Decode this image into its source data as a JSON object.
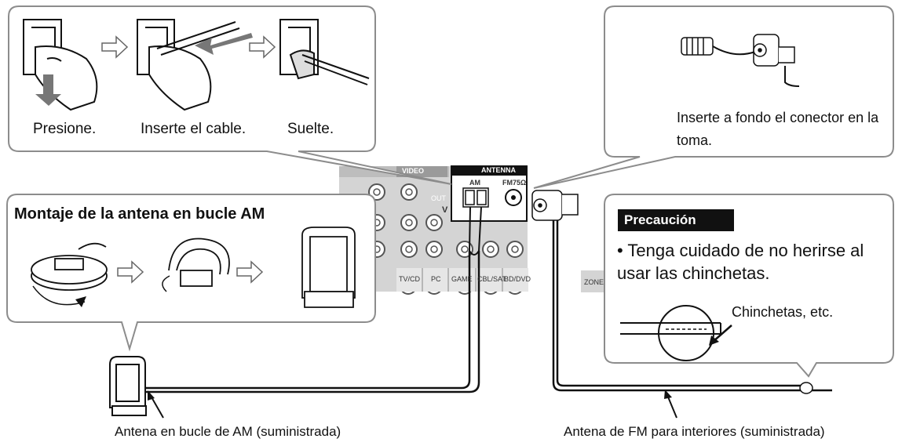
{
  "insertion_steps": {
    "step1": "Presione.",
    "step2": "Inserte el cable.",
    "step3": "Suelte."
  },
  "fm_connector_note": "Inserte a fondo el conector en la toma.",
  "am_assembly": {
    "title": "Montaje de la antena en bucle AM"
  },
  "caution": {
    "badge": "Precaución",
    "text": "• Tenga cuidado de no herirse al usar las chinchetas.",
    "pin_label": "Chinchetas, etc."
  },
  "receiver_panel": {
    "antenna_header": "ANTENNA",
    "am_label": "AM",
    "fm_label": "FM75Ω",
    "video_label": "VIDEO",
    "inputs": [
      "TV/CD",
      "PC",
      "GAME",
      "CBL/SAT",
      "BD/DVD"
    ],
    "out_label": "OUT",
    "v_label": "V",
    "zone_label": "ZONE"
  },
  "captions": {
    "am_antenna": "Antena en bucle de AM (suministrada)",
    "fm_antenna": "Antena de FM para interiores (suministrada)"
  },
  "colors": {
    "panel_gray": "#d2d2d2",
    "callout_border": "#8c8c8c",
    "arrow_gray": "#777777"
  }
}
